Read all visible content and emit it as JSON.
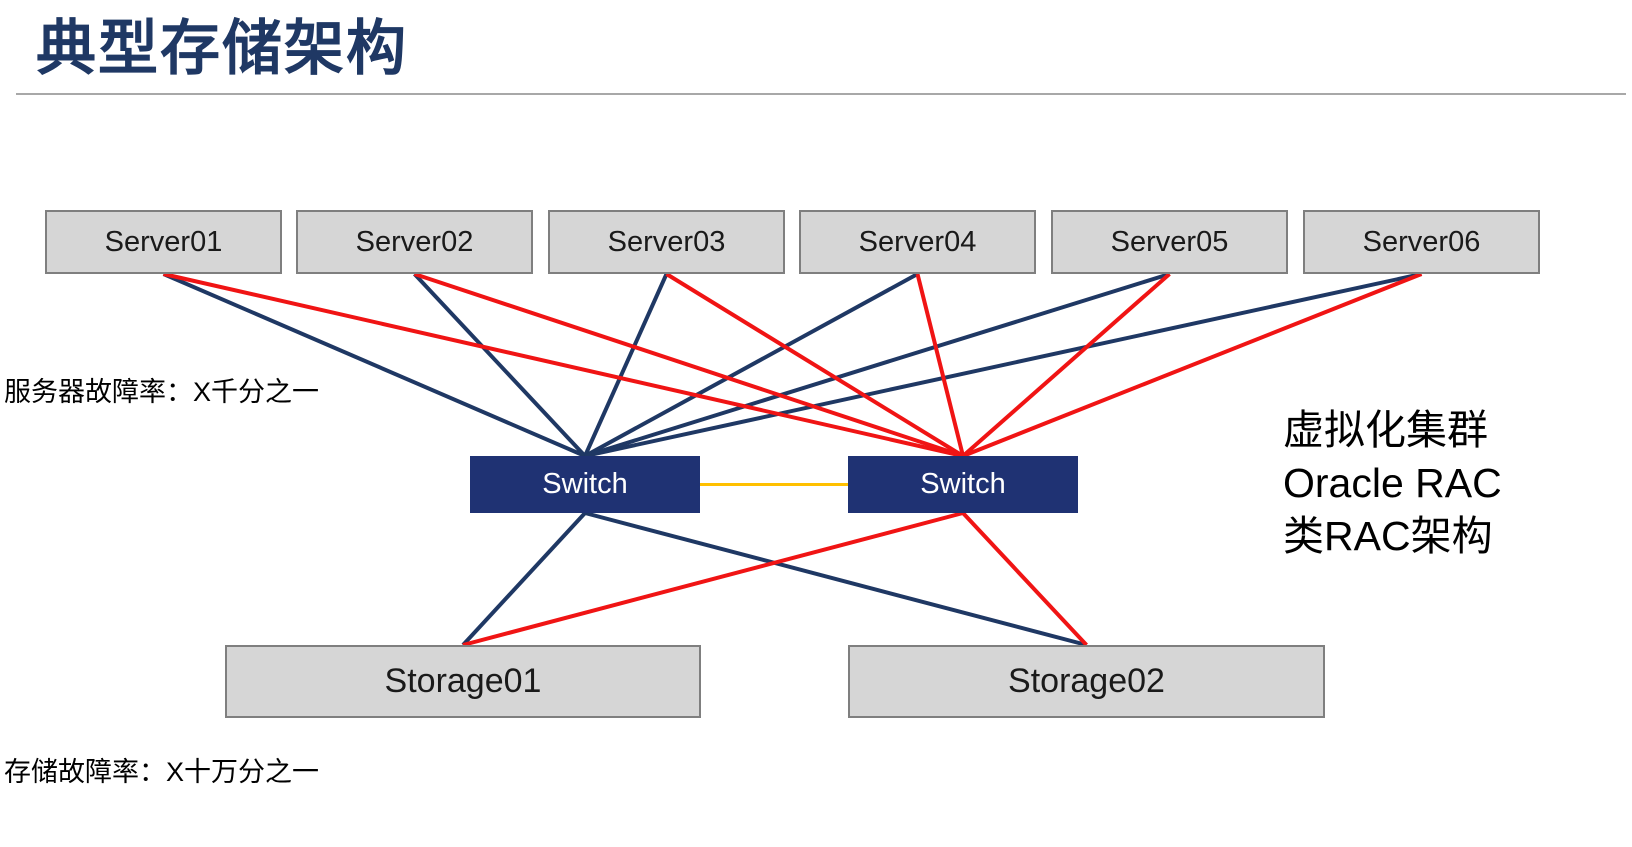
{
  "title": "典型存储架构",
  "notes": {
    "server_failure_rate": "服务器故障率：X千分之一",
    "storage_failure_rate": "存储故障率：X十万分之一"
  },
  "annotation": [
    "虚拟化集群",
    "Oracle RAC",
    "类RAC架构"
  ],
  "servers": [
    {
      "label": "Server01"
    },
    {
      "label": "Server02"
    },
    {
      "label": "Server03"
    },
    {
      "label": "Server04"
    },
    {
      "label": "Server05"
    },
    {
      "label": "Server06"
    }
  ],
  "switches": [
    {
      "label": "Switch"
    },
    {
      "label": "Switch"
    }
  ],
  "storages": [
    {
      "label": "Storage01"
    },
    {
      "label": "Storage02"
    }
  ],
  "colors": {
    "blue": "#1F3864",
    "red": "#F01414",
    "orange": "#FFC000",
    "box_fill": "#D6D6D6",
    "box_border": "#7F7F7F",
    "switch_fill": "#1F3273",
    "title": "#1F3864"
  },
  "connections": [
    {
      "from": "server-0",
      "fromSide": "bottom",
      "to": "switch-0",
      "toSide": "top",
      "color": "blue"
    },
    {
      "from": "server-1",
      "fromSide": "bottom",
      "to": "switch-0",
      "toSide": "top",
      "color": "blue"
    },
    {
      "from": "server-2",
      "fromSide": "bottom",
      "to": "switch-0",
      "toSide": "top",
      "color": "blue"
    },
    {
      "from": "server-3",
      "fromSide": "bottom",
      "to": "switch-0",
      "toSide": "top",
      "color": "blue"
    },
    {
      "from": "server-4",
      "fromSide": "bottom",
      "to": "switch-0",
      "toSide": "top",
      "color": "blue"
    },
    {
      "from": "server-5",
      "fromSide": "bottom",
      "to": "switch-0",
      "toSide": "top",
      "color": "blue"
    },
    {
      "from": "server-0",
      "fromSide": "bottom",
      "to": "switch-1",
      "toSide": "top",
      "color": "red"
    },
    {
      "from": "server-1",
      "fromSide": "bottom",
      "to": "switch-1",
      "toSide": "top",
      "color": "red"
    },
    {
      "from": "server-2",
      "fromSide": "bottom",
      "to": "switch-1",
      "toSide": "top",
      "color": "red"
    },
    {
      "from": "server-3",
      "fromSide": "bottom",
      "to": "switch-1",
      "toSide": "top",
      "color": "red"
    },
    {
      "from": "server-4",
      "fromSide": "bottom",
      "to": "switch-1",
      "toSide": "top",
      "color": "red"
    },
    {
      "from": "server-5",
      "fromSide": "bottom",
      "to": "switch-1",
      "toSide": "top",
      "color": "red"
    },
    {
      "from": "switch-0",
      "fromSide": "right",
      "to": "switch-1",
      "toSide": "left",
      "color": "orange",
      "width": 3
    },
    {
      "from": "switch-0",
      "fromSide": "bottom",
      "to": "storage-0",
      "toSide": "top",
      "color": "blue"
    },
    {
      "from": "switch-0",
      "fromSide": "bottom",
      "to": "storage-1",
      "toSide": "top",
      "color": "blue"
    },
    {
      "from": "switch-1",
      "fromSide": "bottom",
      "to": "storage-0",
      "toSide": "top",
      "color": "red"
    },
    {
      "from": "switch-1",
      "fromSide": "bottom",
      "to": "storage-1",
      "toSide": "top",
      "color": "red"
    }
  ]
}
